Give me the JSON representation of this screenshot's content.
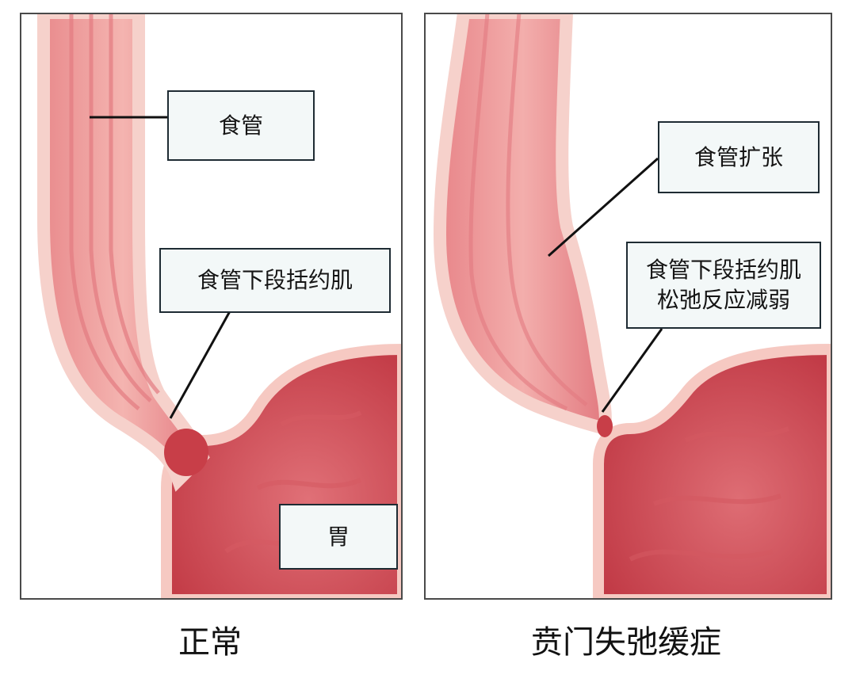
{
  "colors": {
    "tissue_light": "#f3b8b3",
    "tissue_mid": "#e9868a",
    "tissue_dark": "#d0444e",
    "wall": "#f6c9c2",
    "stomach_inner": "#c9434c",
    "label_bg": "#f3f8f8",
    "line": "#111111"
  },
  "left_panel": {
    "caption": "正常",
    "labels": {
      "esophagus": "食管",
      "les": "食管下段括约肌",
      "stomach": "胃"
    }
  },
  "right_panel": {
    "caption": "贲门失弛缓症",
    "labels": {
      "dilation": "食管扩张",
      "les_line1": "食管下段括约肌",
      "les_line2": "松弛反应减弱"
    }
  }
}
